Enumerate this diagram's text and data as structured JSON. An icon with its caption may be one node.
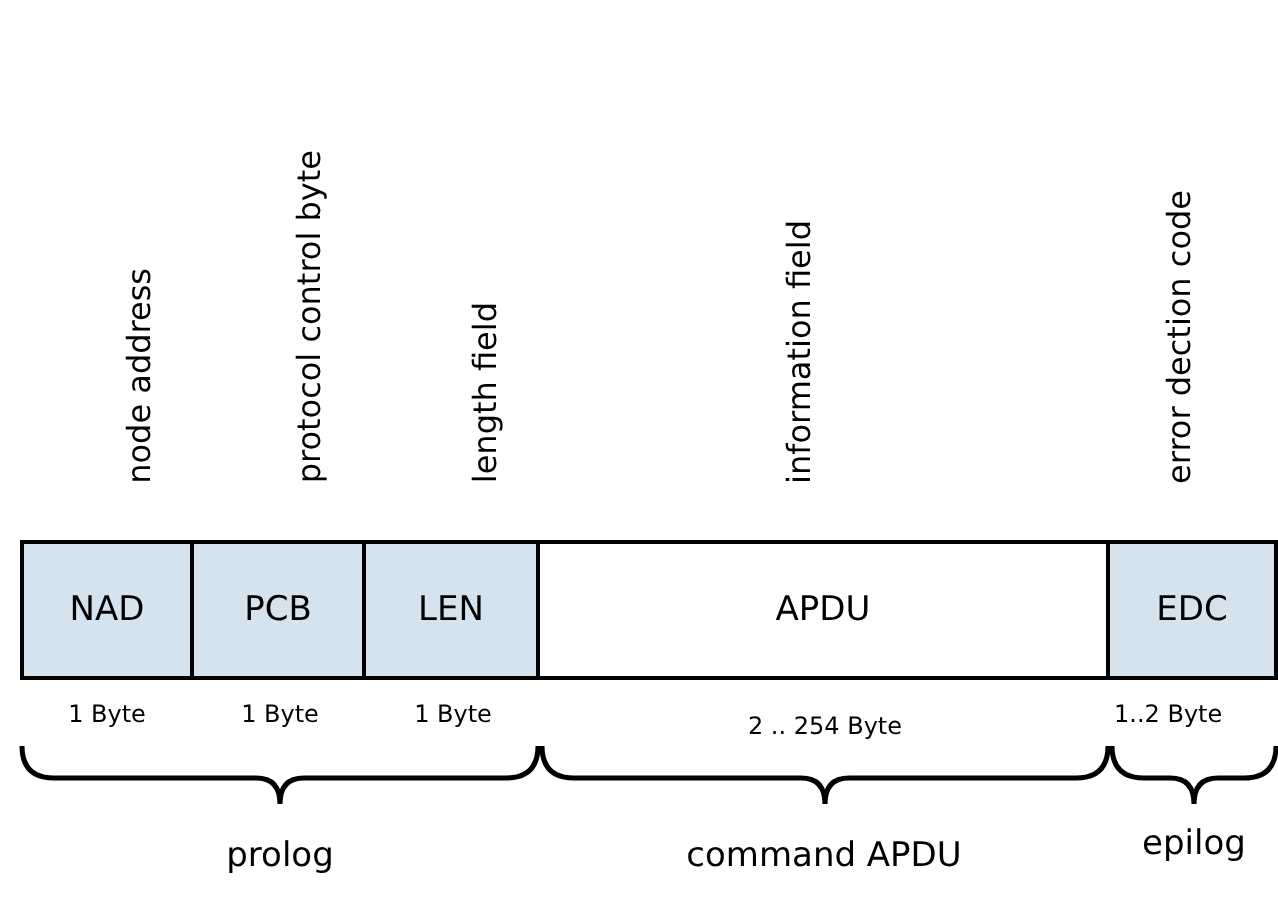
{
  "diagram": {
    "nodes": [
      {
        "text": [
          "NAD"
        ],
        "beside": [
          "node address",
          "1 Byte"
        ]
      },
      {
        "text": [
          "PCB"
        ],
        "beside": [
          "protocol control byte",
          "1 Byte"
        ]
      },
      {
        "text": [
          "LEN"
        ],
        "beside": [
          "length field",
          "1 Byte"
        ]
      },
      {
        "text": [
          "APDU"
        ],
        "beside": [
          "information field",
          "2 .. 254 Byte"
        ]
      },
      {
        "text": [
          "EDC"
        ],
        "beside": [
          "error dection code",
          "1..2 Byte"
        ]
      }
    ],
    "edges": [],
    "labels": [
      "prolog",
      "command APDU",
      "epilog"
    ]
  }
}
